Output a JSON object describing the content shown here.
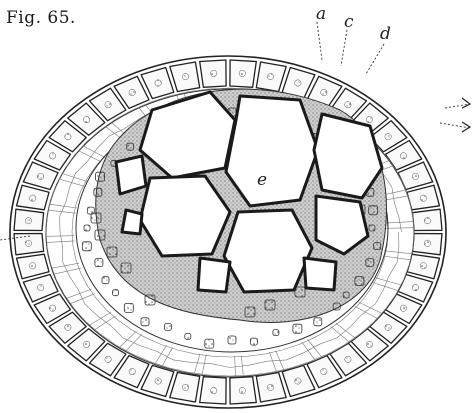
{
  "figure": {
    "title": "Fig. 65.",
    "labels": {
      "a": "a",
      "c": "c",
      "d": "d",
      "e": "e"
    },
    "colors": {
      "ink": "#222222",
      "stipple": "#8c8c8c",
      "paper": "#ffffff"
    }
  }
}
